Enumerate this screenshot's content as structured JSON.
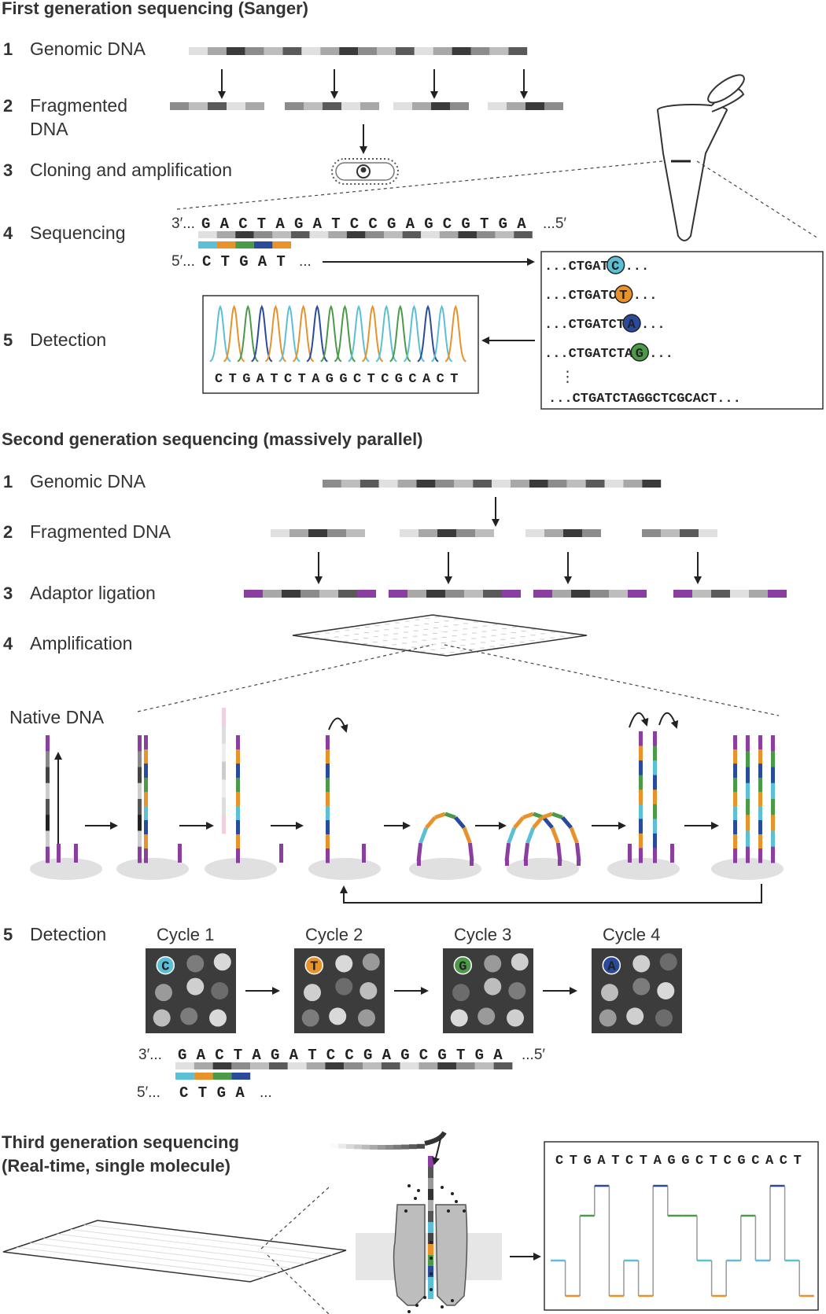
{
  "colors": {
    "C": "#5bbfd6",
    "T": "#e8922a",
    "G": "#4a9a48",
    "A": "#2a4a9c",
    "adaptor": "#8a3fa0",
    "dna_shades": [
      "#8c8c8c",
      "#3a3a3a",
      "#bdbdbd",
      "#e0e0e0",
      "#5a5a5a",
      "#a8a8a8"
    ]
  },
  "first_gen": {
    "title": "First generation sequencing (Sanger)",
    "steps": [
      {
        "num": "1",
        "label": "Genomic DNA"
      },
      {
        "num": "2",
        "label_line1": "Fragmented",
        "label_line2": "DNA"
      },
      {
        "num": "3",
        "label": "Cloning and amplification"
      },
      {
        "num": "4",
        "label": "Sequencing"
      },
      {
        "num": "5",
        "label": "Detection"
      }
    ],
    "template_prefix": "3′...",
    "template": "GACTAGATCCGAGCGTGA",
    "template_suffix": "...5′",
    "primer_prefix": "5′...",
    "primer": "CTGAT",
    "primer_suffix": "...",
    "chromatogram_seq": "CTGATCTAGGCTCGCACT",
    "ladder": [
      {
        "prefix": "...CTGAT",
        "base": "C",
        "suffix": "..."
      },
      {
        "prefix": "...CTGATC",
        "base": "T",
        "suffix": "..."
      },
      {
        "prefix": "...CTGATCT",
        "base": "A",
        "suffix": "..."
      },
      {
        "prefix": "...CTGATCTA",
        "base": "G",
        "suffix": "..."
      }
    ],
    "ladder_ellipsis": "⋮",
    "ladder_final": "...CTGATCTAGGCTCGCACT..."
  },
  "second_gen": {
    "title": "Second generation sequencing (massively parallel)",
    "steps": [
      {
        "num": "1",
        "label": "Genomic DNA"
      },
      {
        "num": "2",
        "label": "Fragmented DNA"
      },
      {
        "num": "3",
        "label": "Adaptor ligation"
      },
      {
        "num": "4",
        "label": "Amplification"
      },
      {
        "num": "5",
        "label": "Detection"
      }
    ],
    "native_label": "Native DNA",
    "cycles": [
      {
        "label": "Cycle 1",
        "base": "C"
      },
      {
        "label": "Cycle 2",
        "base": "T"
      },
      {
        "label": "Cycle 3",
        "base": "G"
      },
      {
        "label": "Cycle 4",
        "base": "A"
      }
    ],
    "template_prefix": "3′...",
    "template": "GACTAGATCCGAGCGTGA",
    "template_suffix": "...5′",
    "read_prefix": "5′...",
    "read": "CTGA",
    "read_suffix": "..."
  },
  "third_gen": {
    "title_line1": "Third generation sequencing",
    "title_line2": "(Real-time, single molecule)",
    "signal_seq": "CTGATCTAGGCTCGCACT",
    "signal_levels": [
      "C",
      "T",
      "G",
      "A",
      "T",
      "C",
      "T",
      "A",
      "G",
      "G",
      "C",
      "T",
      "C",
      "G",
      "C",
      "A",
      "C",
      "T"
    ]
  }
}
